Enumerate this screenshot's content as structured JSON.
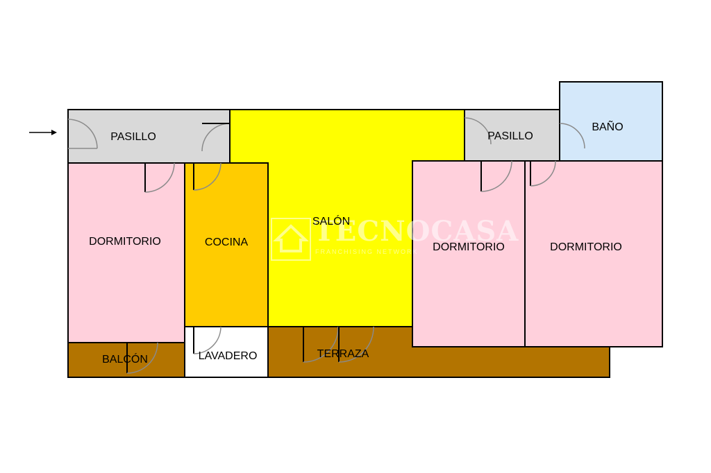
{
  "plan": {
    "colors": {
      "pasillo": "#d9d9d9",
      "dormitorio": "#ffd0dc",
      "cocina": "#ffcc00",
      "salon": "#ffff00",
      "bano": "#d4e8fa",
      "terraza": "#b37400",
      "lavadero": "#ffffff",
      "wall": "#000000",
      "door": "#8a8a8a"
    },
    "rooms": {
      "pasillo_left": "PASILLO",
      "pasillo_right": "PASILLO",
      "bano": "BAÑO",
      "salon": "SALÓN",
      "dormitorio_left": "DORMITORIO",
      "cocina": "COCINA",
      "dormitorio_mid": "DORMITORIO",
      "dormitorio_right": "DORMITORIO",
      "balcon": "BALCÓN",
      "lavadero": "LAVADERO",
      "terraza": "TERRAZA"
    },
    "entrance_icon": "arrow-right-icon",
    "watermark": {
      "brand": "TECNOCASA",
      "tagline": "FRANCHISING NETWORK",
      "logo_icon": "house-icon"
    }
  }
}
